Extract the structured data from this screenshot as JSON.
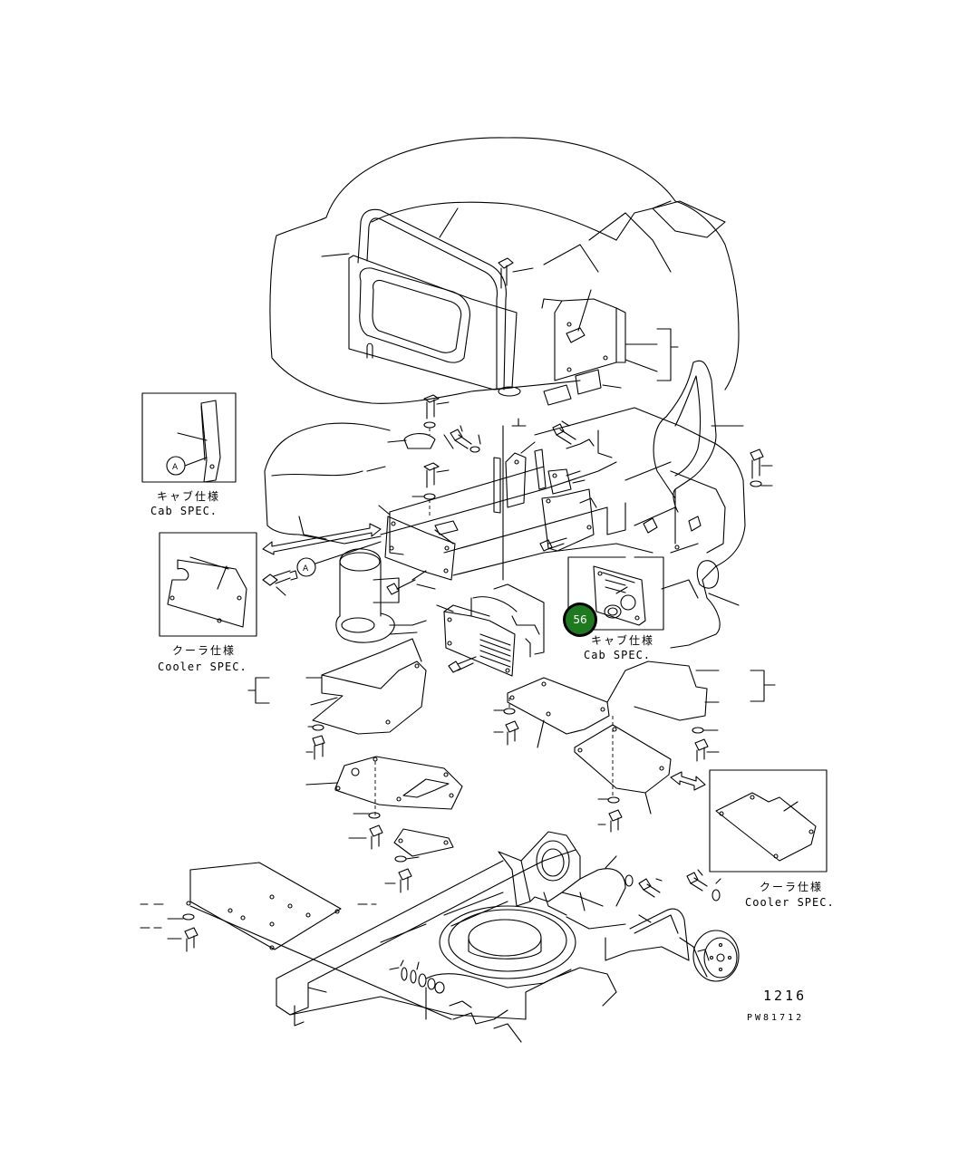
{
  "callouts": {
    "left_top": {
      "jp": "キャブ仕様",
      "en": "Cab SPEC."
    },
    "left_mid": {
      "jp": "クーラ仕様",
      "en": "Cooler SPEC."
    },
    "center": {
      "jp": "キャブ仕様",
      "en": "Cab SPEC."
    },
    "right_bottom": {
      "jp": "クーラ仕様",
      "en": "Cooler SPEC."
    }
  },
  "markers": {
    "ref_a": "A"
  },
  "hotspot": {
    "label": "56",
    "color": "#1f7a1f"
  },
  "footer": {
    "page_number": "1216",
    "drawing_code": "PW81712"
  },
  "colors": {
    "line": "#000000",
    "hotspot_fill": "#1f7a1f",
    "hotspot_ring": "#000000"
  }
}
